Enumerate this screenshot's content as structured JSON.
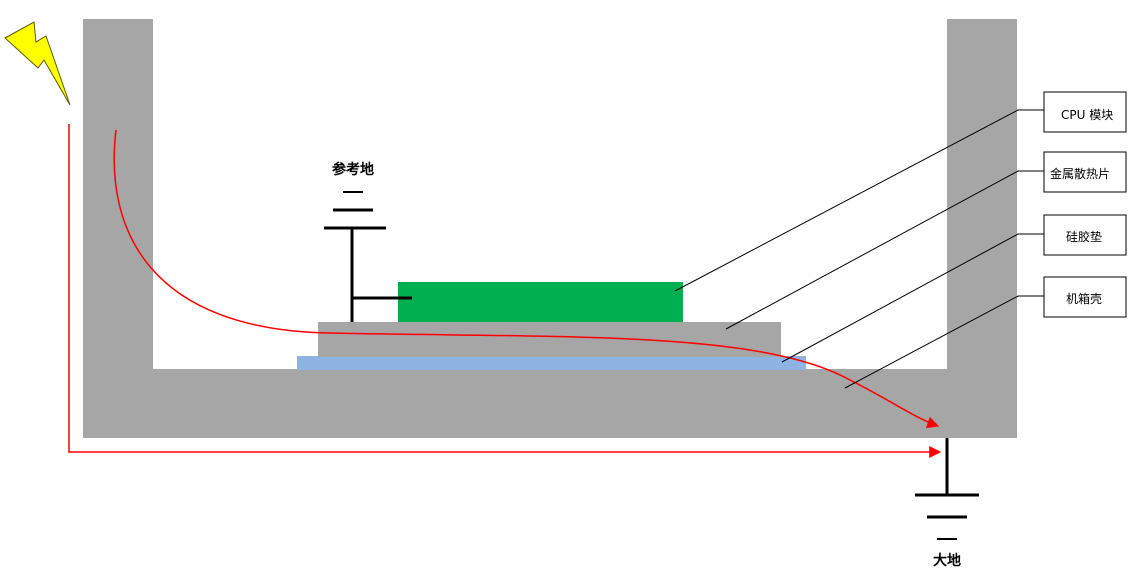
{
  "labels": {
    "reference_ground": "参考地",
    "earth_ground": "大地"
  },
  "callouts": [
    {
      "text": "CPU 模块"
    },
    {
      "text": "金属散热片"
    },
    {
      "text": "硅胶垫"
    },
    {
      "text": "机箱壳"
    }
  ],
  "colors": {
    "chassis": "#a6a6a6",
    "cpu_module": "#00b050",
    "heat_sink": "#a6a6a6",
    "silicone_pad": "#8eb4e3",
    "current_path": "#ff0000",
    "lightning": "#ffff00",
    "ground_symbol": "#000000"
  },
  "icons": {
    "strike": "lightning-bolt-icon",
    "reference_ground": "ground-symbol-icon",
    "earth_ground": "ground-symbol-icon"
  }
}
